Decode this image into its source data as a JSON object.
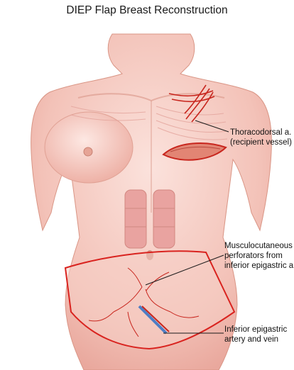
{
  "title": "DIEP Flap Breast Reconstruction",
  "labels": {
    "thoracodorsal": [
      "Thoracodorsal a.",
      "(recipient vessel)"
    ],
    "perforators": [
      "Musculocutaneous",
      "perforators from",
      "inferior epigastric a."
    ],
    "epigastric": [
      "Inferior epigastric",
      "artery and vein"
    ]
  },
  "colors": {
    "skin": "#f5c8bf",
    "muscle": "#e9a3a0",
    "incision": "#d9231f",
    "vessel": "#c8261e",
    "vein": "#4f7dc4",
    "line": "#1a1a1a"
  }
}
